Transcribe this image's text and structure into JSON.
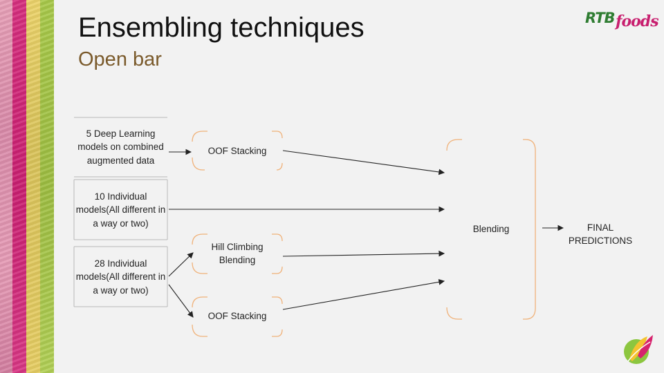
{
  "slide": {
    "title": "Ensembling techniques",
    "subtitle": "Open bar"
  },
  "logo": {
    "rtb": "RTB",
    "foods": "foods"
  },
  "diagram": {
    "inputs": [
      "5 Deep Learning models on combined augmented data",
      "10 Individual models(All different in a way or two)",
      "28 Individual models(All different in a way or two)"
    ],
    "methods": [
      "OOF Stacking",
      "Hill Climbing Blending",
      "OOF Stacking"
    ],
    "blend": "Blending",
    "output": "FINAL PREDICTIONS"
  },
  "colors": {
    "accent_orange": "#f0b27a",
    "arrow": "#222222"
  }
}
